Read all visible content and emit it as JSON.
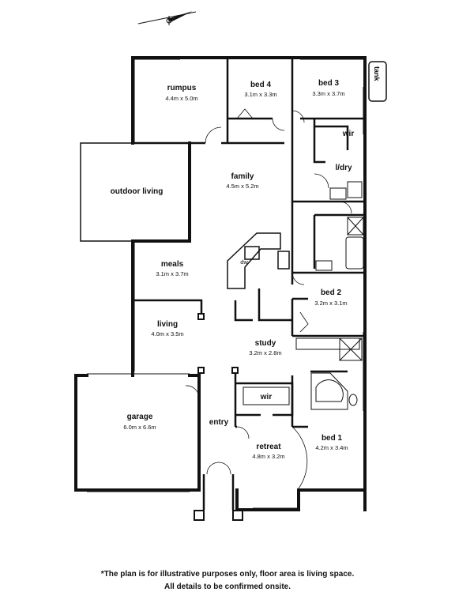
{
  "rooms": {
    "rumpus": {
      "name": "rumpus",
      "dims": "4.4m x 5.0m"
    },
    "bed4": {
      "name": "bed 4",
      "dims": "3.1m x 3.3m"
    },
    "bed3": {
      "name": "bed 3",
      "dims": "3.3m x 3.7m"
    },
    "wir1": {
      "name": "wir"
    },
    "ldry": {
      "name": "l/dry"
    },
    "outdoor": {
      "name": "outdoor living"
    },
    "family": {
      "name": "family",
      "dims": "4.5m x 5.2m"
    },
    "meals": {
      "name": "meals",
      "dims": "3.1m x 3.7m"
    },
    "dw": {
      "name": "dw"
    },
    "living": {
      "name": "living",
      "dims": "4.0m x 3.5m"
    },
    "bed2": {
      "name": "bed 2",
      "dims": "3.2m x 3.1m"
    },
    "study": {
      "name": "study",
      "dims": "3.2m x 2.8m"
    },
    "wir2": {
      "name": "wir"
    },
    "garage": {
      "name": "garage",
      "dims": "6.0m x 6.6m"
    },
    "entry": {
      "name": "entry"
    },
    "retreat": {
      "name": "retreat",
      "dims": "4.8m x 3.2m"
    },
    "bed1": {
      "name": "bed 1",
      "dims": "4.2m x 3.4m"
    }
  },
  "tank": "tank",
  "disclaimer": {
    "line1": "*The plan is for illustrative purposes only, floor area is living space.",
    "line2": "All details to be confirmed onsite."
  },
  "icons": {
    "compass": "compass-icon"
  }
}
